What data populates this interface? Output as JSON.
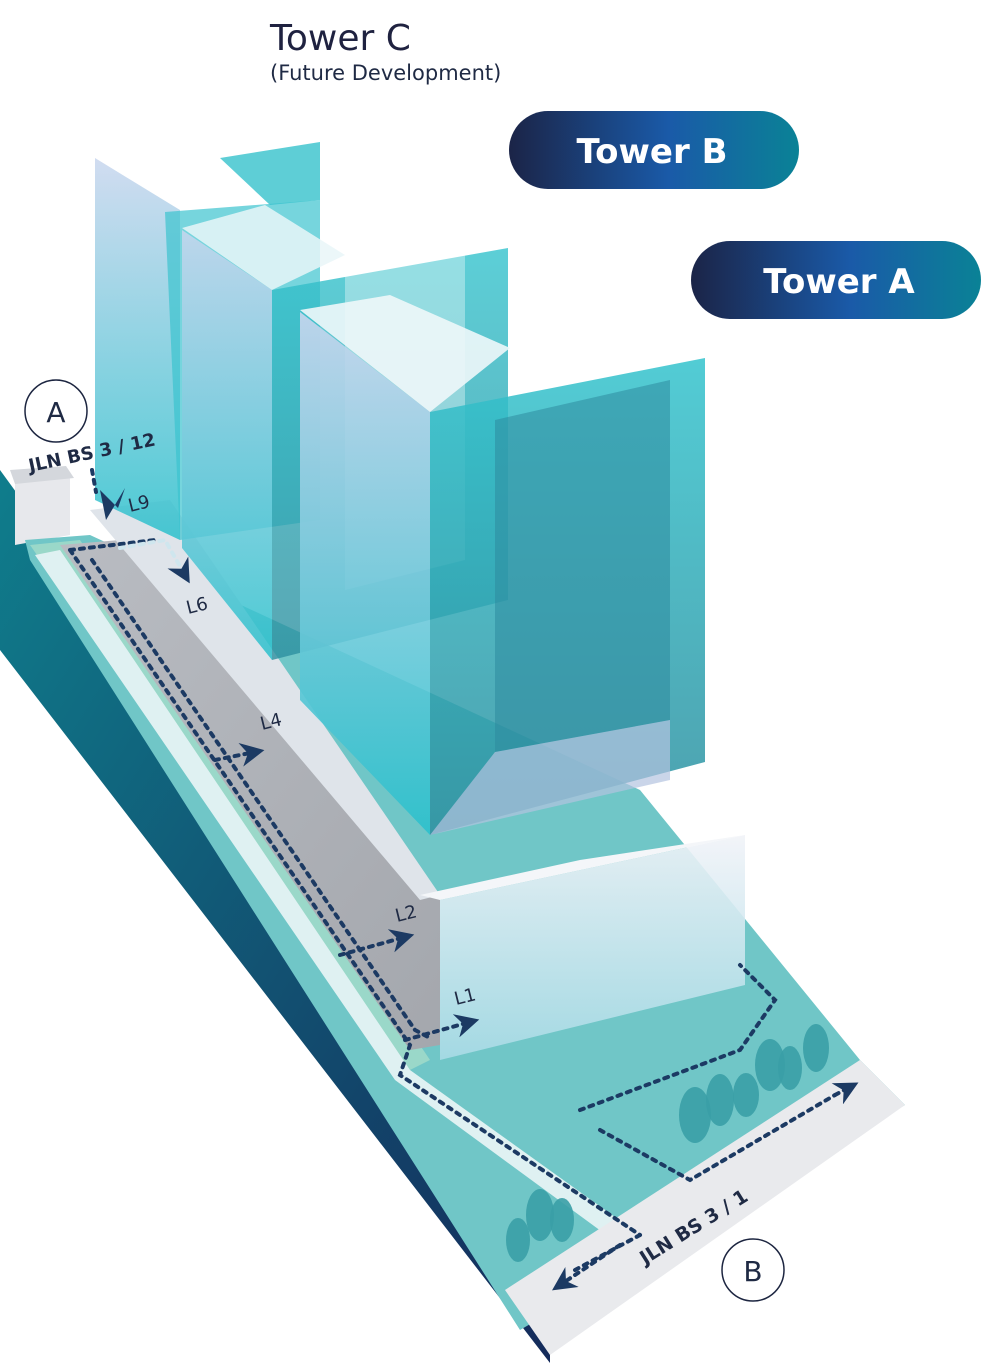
{
  "title": {
    "main": "Tower C",
    "sub": "(Future Development)"
  },
  "towers": {
    "b": "Tower B",
    "a": "Tower A"
  },
  "markers": {
    "a": "A",
    "b": "B"
  },
  "roads": {
    "top": "JLN BS 3 / 12",
    "bottom": "JLN BS 3 / 1"
  },
  "levels": {
    "l9": "L9",
    "l6": "L6",
    "l4": "L4",
    "l2": "L2",
    "l1": "L1"
  },
  "colors": {
    "glass": "#3cc3cf",
    "navy": "#1e2a55",
    "teal": "#0b6d86",
    "ground": "#6cc4c8",
    "path": "#1c3a63"
  }
}
